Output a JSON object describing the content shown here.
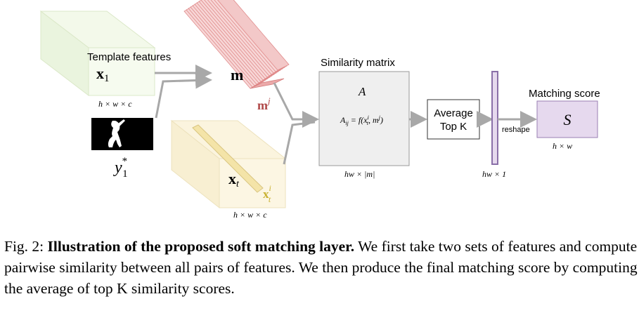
{
  "diagram": {
    "template_features_label": "Template features",
    "x1_sym": "x",
    "x1_sub": "1",
    "x1_dims": "h × w × c",
    "y1_sym": "y",
    "y1_sup": "*",
    "y1_sub": "1",
    "m_sym": "m",
    "mj_sym": "m",
    "mj_sup": "j",
    "xt_sym": "x",
    "xt_sub": "t",
    "xti_sym": "x",
    "xti_sup": "i",
    "xti_sub": "t",
    "xt_dims": "h × w × c",
    "similarity_title": "Similarity matrix",
    "A_sym": "A",
    "A_formula": "A",
    "A_formula_sub": "ij",
    "A_formula_rhs": " = f(x",
    "A_formula_rhs_sup": "i",
    "A_formula_rhs_sub": "t",
    "A_formula_end": ", m",
    "A_formula_end_sup": "j",
    "A_formula_close": ")",
    "A_dims": "hw × |m|",
    "avg_line1": "Average",
    "avg_line2": "Top K",
    "reshape_label": "reshape",
    "vector_dims": "hw × 1",
    "matching_title": "Matching score",
    "S_sym": "S",
    "S_dims": "h × w"
  },
  "caption": {
    "prefix": "Fig. 2: ",
    "bold": "Illustration of the proposed soft matching layer.",
    "text": " We first take two sets of features and compute pairwise similarity between all pairs of features. We then produce the final matching score by computing the average of top K similarity scores."
  },
  "colors": {
    "green_box": "#eef7e3",
    "pink_stack": "#e8a0a0",
    "yellow_box": "#fbf3d8",
    "gray_box": "#efefef",
    "purple": "#9a7fb3",
    "purple_fill": "#e6d9ee",
    "arrow": "#a8a8a8",
    "mj_color": "#b04848",
    "xti_color": "#c8b030"
  }
}
